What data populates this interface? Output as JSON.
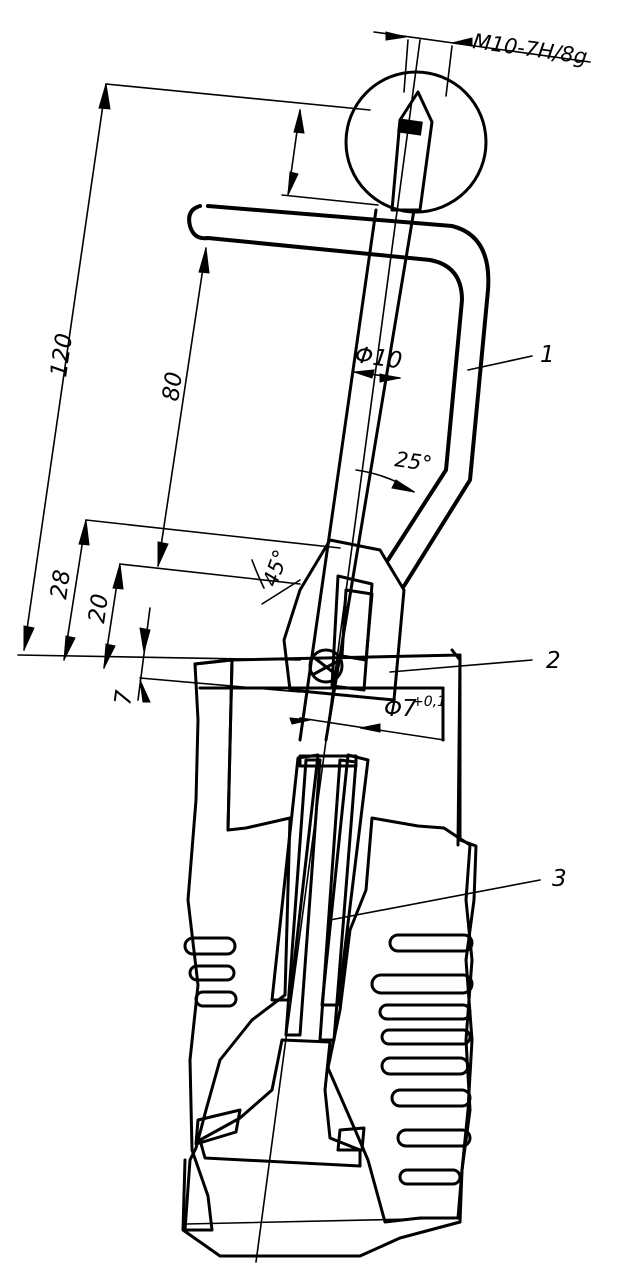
{
  "labels": {
    "thread": "M10-7H/8g",
    "dim_120": "120",
    "dim_80": "80",
    "dim_28": "28",
    "dim_20": "20",
    "dim_7": "7",
    "dia_10": "Φ10",
    "angle_25": "25°",
    "angle_45": "45°",
    "dia_7": "Φ7",
    "tol_7": "+0,1",
    "part_1": "1",
    "part_2": "2",
    "part_3": "3"
  }
}
